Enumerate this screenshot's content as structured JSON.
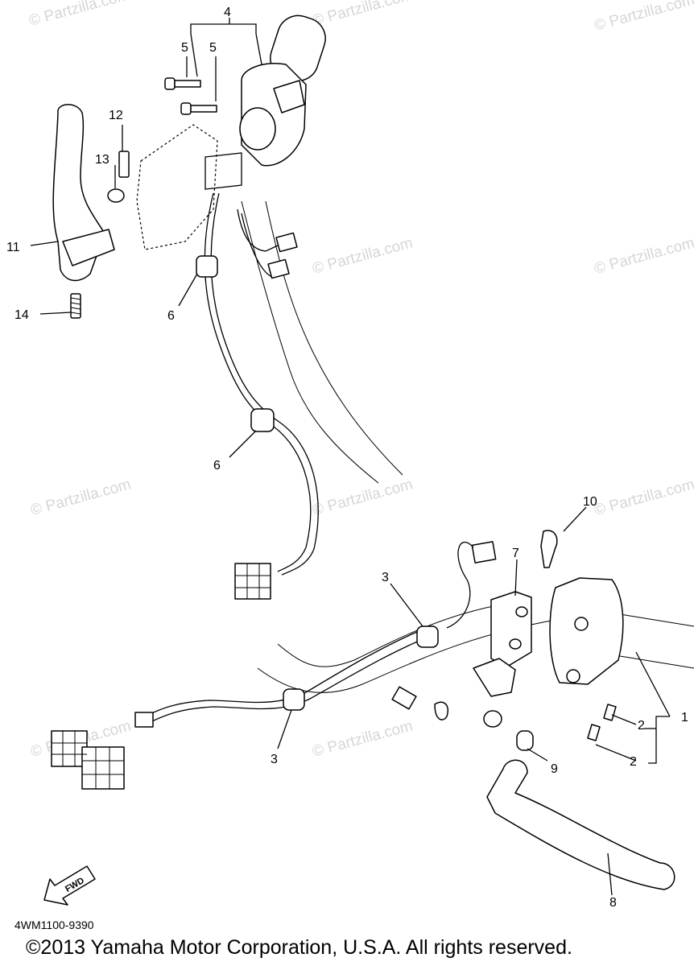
{
  "watermark": "© Partzilla.com",
  "callouts": {
    "c1": "1",
    "c2a": "2",
    "c2b": "2",
    "c3a": "3",
    "c3b": "3",
    "c4": "4",
    "c5a": "5",
    "c5b": "5",
    "c6a": "6",
    "c6b": "6",
    "c7": "7",
    "c8": "8",
    "c9": "9",
    "c10": "10",
    "c11": "11",
    "c12": "12",
    "c13": "13",
    "c14": "14"
  },
  "fwd_label": "FWD",
  "diagram_code": "4WM1100-9390",
  "copyright": "©2013 Yamaha Motor Corporation, U.S.A. All rights reserved."
}
